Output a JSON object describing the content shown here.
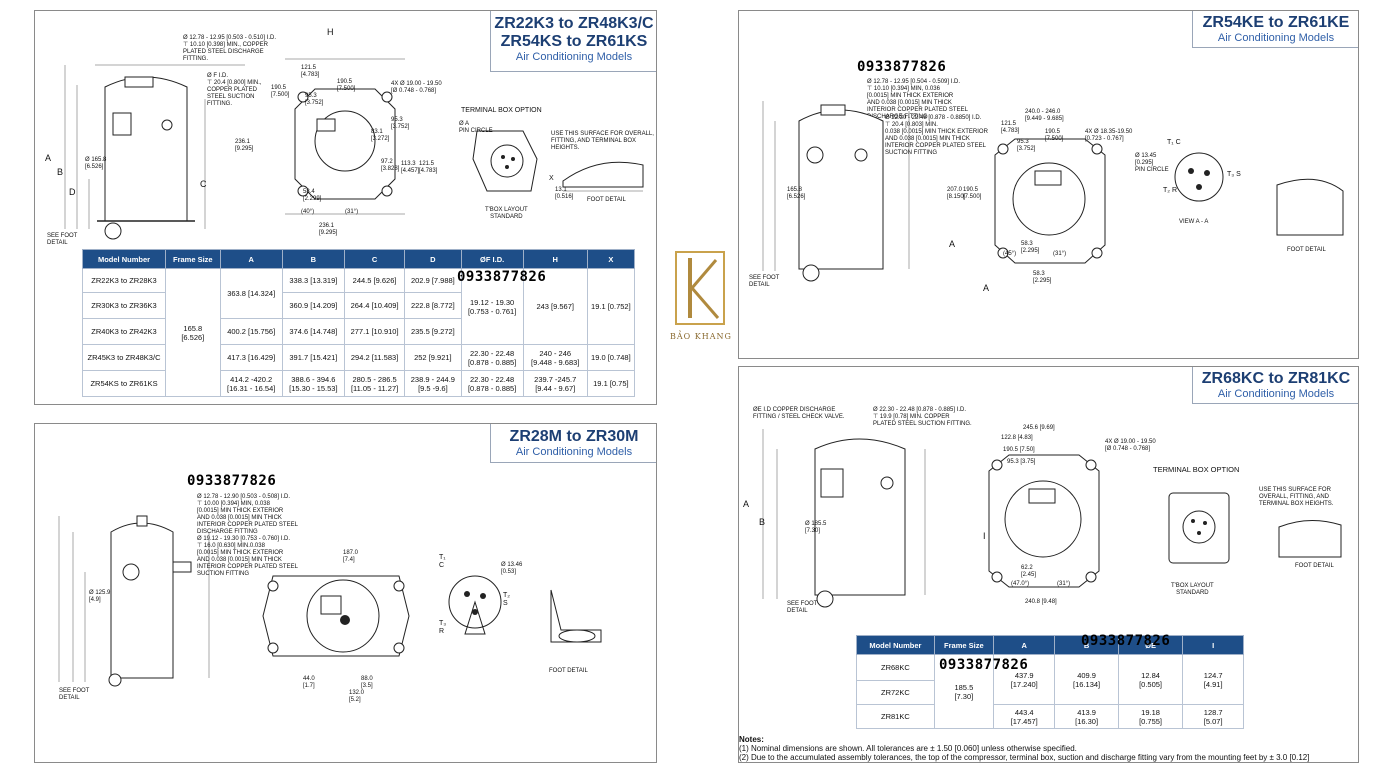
{
  "panels": {
    "p1": {
      "title_line1": "ZR22K3 to ZR48K3/C",
      "title_line2": "ZR54KS to ZR61KS",
      "subtitle": "Air Conditioning Models",
      "phone": "0933877826",
      "discharge_note": "Ø 12.78 - 12.95 [0.503 - 0.510] I.D.\n⊤ 10.10 [0.398] MIN., COPPER\nPLATED STEEL DISCHARGE\nFITTING.",
      "suction_note": "Ø F I.D.\n⊤ 20.4 [0.800] MIN.,\nCOPPER PLATED\nSTEEL SUCTION\nFITTING.",
      "dims": {
        "h121": "121.5\n[4.783]",
        "h190": "190.5\n[7.500]",
        "h95": "95.3\n[3.752]",
        "h58": "58.4\n[2.299]",
        "h236": "236.1\n[9.295]",
        "v190": "190.5\n[7.500]",
        "v236": "236.1\n[9.295]",
        "bolt": "4X Ø 19.00 - 19.50\n[Ø 0.748 - 0.768]",
        "v83": "83.1\n[3.272]",
        "v95": "95.3\n[3.752]",
        "v97": "97.2\n[3.828]",
        "v113": "113.3\n[4.457]",
        "v121": "121.5\n[4.783]",
        "dia": "Ø 165.8\n[6.526]",
        "a40": "(40°)",
        "a31": "(31°)"
      },
      "letters": {
        "A": "A",
        "B": "B",
        "C": "C",
        "D": "D",
        "H": "H",
        "X": "X"
      },
      "terminal_title": "TERMINAL BOX OPTION",
      "terminal_note": "USE THIS SURFACE FOR OVERALL,\nFITTING, AND TERMINAL BOX\nHEIGHTS.",
      "pin_circle": "Ø A\nPIN CIRCLE",
      "tbox_layout": "T'BOX LAYOUT\nSTANDARD",
      "foot_detail": "FOOT DETAIL",
      "see_foot": "SEE FOOT\nDETAIL",
      "x_dim": "13.1\n[0.516]",
      "table": {
        "headers": [
          "Model Number",
          "Frame Size",
          "A",
          "B",
          "C",
          "D",
          "ØF I.D.",
          "H",
          "X"
        ],
        "rows": [
          [
            "ZR22K3 to ZR28K3",
            "",
            "338.3 [13.319]",
            "244.5 [9.626]",
            "202.9 [7.988]",
            "",
            "",
            ""
          ],
          [
            "ZR30K3 to ZR36K3",
            "363.8 [14.324]",
            "360.9 [14.209]",
            "264.4 [10.409]",
            "222.8 [8.772]",
            "19.12 - 19.30\n[0.753 - 0.761]",
            "243 [9.567]",
            "19.1 [0.752]"
          ],
          [
            "ZR40K3 to ZR42K3",
            "400.2 [15.756]",
            "374.6 [14.748]",
            "277.1 [10.910]",
            "235.5 [9.272]",
            "",
            "",
            ""
          ],
          [
            "ZR45K3 to ZR48K3/C",
            "417.3 [16.429]",
            "391.7 [15.421]",
            "294.2 [11.583]",
            "252 [9.921]",
            "22.30 - 22.48\n[0.878 - 0.885]",
            "240 - 246\n[9.448 - 9.683]",
            "19.0 [0.748]"
          ],
          [
            "ZR54KS to ZR61KS",
            "414.2 -420.2\n[16.31 - 16.54]",
            "388.6 - 394.6\n[15.30 - 15.53]",
            "280.5 - 286.5\n[11.05 - 11.27]",
            "238.9 - 244.9\n[9.5 -9.6]",
            "22.30 - 22.48\n[0.878 - 0.885]",
            "239.7 -245.7\n[9.44 - 9.67]",
            "19.1 [0.75]"
          ]
        ],
        "frame_size": "165.8\n[6.526]"
      },
      "table_phone": "0933877826"
    },
    "p2": {
      "title": "ZR54KE to ZR61KE",
      "subtitle": "Air Conditioning Models",
      "phone": "0933877826",
      "discharge_note": "Ø 12.78 - 12.95 [0.504 - 0.509] I.D.\n⊤ 10.10 [0.394] MIN, 0.036\n[0.0015] MIN THICK EXTERIOR\nAND 0.038 [0.0015] MIN THICK\nINTERIOR COPPER PLATED STEEL\nDISCHARGE FITTING",
      "suction_note": "Ø 22.30 - 22.48 [0.878 - 0.8850] I.D.\n⊤ 20.4 [0.803] MIN.\n0.038 [0.0015] MIN THICK EXTERIOR\nAND 0.038 [0.0015] MIN THICK\nINTERIOR COPPER PLATED STEEL\nSUCTION FITTING",
      "dims": {
        "h240": "240.0 - 246.0\n[9.449 - 9.685]",
        "h121": "121.5\n[4.783]",
        "h190": "190.5\n[7.500]",
        "h95": "95.3\n[3.752]",
        "bolt": "4X Ø 18.35-19.50\n[0.723 - 0.767]",
        "h58": "58.3\n[2.295]",
        "h58b": "58.3\n[2.295]",
        "v207": "207.0\n[8.150]",
        "v190": "190.5\n[7.500]",
        "dia": "165.8\n[6.526]",
        "pin": "Ø 13.45\n[0.295]\nPIN CIRCLE",
        "a45": "(45°)",
        "a31": "(31°)"
      },
      "letters": {
        "A": "A",
        "A2": "A"
      },
      "view": "VIEW A - A",
      "foot_detail": "FOOT DETAIL",
      "see_foot": "SEE FOOT\nDETAIL",
      "term_T1C": "T₁ C",
      "term_TS": "T₃ S",
      "term_TR": "T₂ R"
    },
    "p3": {
      "title": "ZR28M to ZR30M",
      "subtitle": "Air Conditioning Models",
      "phone": "0933877826",
      "discharge_note": "Ø 12.78 - 12.90 [0.503 - 0.508] I.D.\n⊤ 10.00 [0.394] MIN, 0.038\n[0.0015] MIN THICK EXTERIOR\nAND 0.038 [0.0015] MIN THICK\nINTERIOR COPPER PLATED STEEL\nDISCHARGE FITTING",
      "suction_note": "Ø 19.12 - 19.30 [0.753 - 0.760] I.D.\n⊤ 16.0 [0.630] MIN.0.038\n[0.0015] MIN THICK EXTERIOR\nAND 0.038 [0.0015] MIN THICK\nINTERIOR COPPER PLATED STEEL\nSUCTION FITTING",
      "dims": {
        "h187": "187.0\n[7.4]",
        "h44": "44.0\n[1.7]",
        "h88": "88.0\n[3.5]",
        "h132": "132.0\n[5.2]",
        "dia": "Ø 125.9\n[4.9]",
        "pin": "Ø 13.46\n[0.53]"
      },
      "term_T1": "T₁\nC",
      "term_T2": "T₂\nS",
      "term_T3": "T₃\nR",
      "foot_detail": "FOOT DETAIL",
      "see_foot": "SEE FOOT\nDETAIL"
    },
    "p4": {
      "title": "ZR68KC to ZR81KC",
      "subtitle": "Air Conditioning Models",
      "discharge_note": "ØE I.D COPPER DISCHARGE\nFITTING / STEEL CHECK VALVE.",
      "suction_note": "Ø 22.30 - 22.48 [0.878 - 0.885] I.D.\n⊤ 19.9 [0.78] MIN. COPPER\nPLATED STEEL SUCTION FITTING.",
      "dims": {
        "h245": "245.6 [9.69]",
        "h122": "122.8 [4.83]",
        "h190": "190.5 [7.50]",
        "h95": "95.3 [3.75]",
        "bolt": "4X Ø 19.00 - 19.50\n[Ø 0.748 - 0.768]",
        "h62": "62.2\n[2.45]",
        "h240": "240.8 [9.48]",
        "dia": "Ø 185.5\n[7.30]",
        "a47": "(47.0°)",
        "a31": "(31°)"
      },
      "letters": {
        "A": "A",
        "B": "B",
        "I": "I"
      },
      "terminal_title": "TERMINAL BOX OPTION",
      "terminal_note": "USE THIS SURFACE FOR\nOVERALL, FITTING, AND\nTERMINAL BOX HEIGHTS.",
      "tbox_layout": "T'BOX LAYOUT\nSTANDARD",
      "foot_detail": "FOOT DETAIL",
      "see_foot": "SEE FOOT\nDETAIL",
      "table": {
        "headers": [
          "Model Number",
          "Frame Size",
          "A",
          "B",
          "ØE",
          "I"
        ],
        "rows": [
          [
            "ZR68KC",
            "437.9\n[17.240]",
            "409.9\n[16.134]",
            "12.84\n[0.505]",
            "124.7\n[4.91]"
          ],
          [
            "ZR72KC",
            "",
            "",
            "",
            ""
          ],
          [
            "ZR81KC",
            "443.4\n[17.457]",
            "413.9\n[16.30]",
            "19.18\n[0.755]",
            "128.7\n[5.07]"
          ]
        ],
        "frame_size": "185.5\n[7.30]"
      },
      "phone_header": "0933877826",
      "phone_table": "0933877826",
      "notes_title": "Notes:",
      "note1": "(1) Nominal dimensions are shown. All tolerances are ± 1.50 [0.060] unless otherwise specified.",
      "note2": "(2) Due to the accumulated assembly tolerances, the top of the compressor, terminal box, suction and discharge fitting vary from the mounting feet by ± 3.0 [0.12]"
    }
  },
  "logo": {
    "name": "BẢO KHANG",
    "color": "#b08a3e"
  }
}
